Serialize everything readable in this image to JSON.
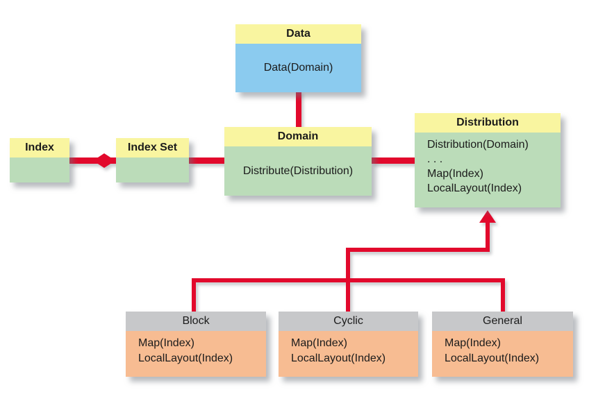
{
  "colors": {
    "header_yellow": "#F9F5A0",
    "header_gray": "#C7C8CA",
    "body_blue": "#8BCBEF",
    "body_green": "#BBDCB9",
    "body_orange": "#F7BC92",
    "connector_red": "#E2092C",
    "text": "#1B1B1B"
  },
  "nodes": {
    "data": {
      "title": "Data",
      "lines": [
        "Data(Domain)"
      ]
    },
    "domain": {
      "title": "Domain",
      "lines": [
        "Distribute(Distribution)"
      ]
    },
    "index": {
      "title": "Index",
      "lines": []
    },
    "index_set": {
      "title": "Index Set",
      "lines": []
    },
    "distribution": {
      "title": "Distribution",
      "lines": [
        "Distribution(Domain)",
        ". . .",
        "Map(Index)",
        "LocalLayout(Index)"
      ]
    },
    "block": {
      "title": "Block",
      "lines": [
        "Map(Index)",
        "LocalLayout(Index)"
      ]
    },
    "cyclic": {
      "title": "Cyclic",
      "lines": [
        "Map(Index)",
        "LocalLayout(Index)"
      ]
    },
    "general": {
      "title": "General",
      "lines": [
        "Map(Index)",
        "LocalLayout(Index)"
      ]
    }
  },
  "relationships": [
    {
      "from": "Index",
      "to": "Index Set",
      "type": "composition (diamond)"
    },
    {
      "from": "Index Set",
      "to": "Domain",
      "type": "association"
    },
    {
      "from": "Data",
      "to": "Domain",
      "type": "association"
    },
    {
      "from": "Domain",
      "to": "Distribution",
      "type": "association"
    },
    {
      "from": "Block",
      "to": "Distribution",
      "type": "inheritance (arrow)"
    },
    {
      "from": "Cyclic",
      "to": "Distribution",
      "type": "inheritance (arrow)"
    },
    {
      "from": "General",
      "to": "Distribution",
      "type": "inheritance (arrow)"
    }
  ]
}
